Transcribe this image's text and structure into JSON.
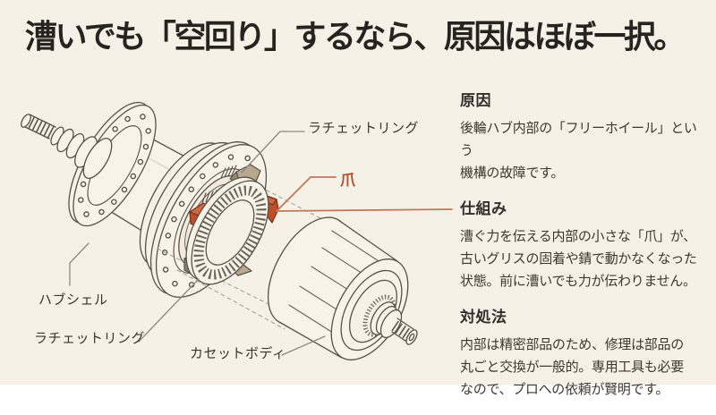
{
  "page": {
    "background_color": "#f5f1e6",
    "ink_color": "#272320",
    "accent_color": "#bf4f2b",
    "leader_line_color": "#8f897d",
    "accent_line_color": "#c3765a"
  },
  "title": "漕いでも「空回り」するなら、原因はほぼ一択。",
  "diagram": {
    "description": "後輪ハブの分解図（エクスプローデッドビュー）",
    "labels": {
      "ratchet_ring_top": "ラチェットリング",
      "pawl": "爪",
      "hub_shell": "ハブシェル",
      "ratchet_ring_bottom": "ラチェットリング",
      "cassette_body": "カセットボディ"
    }
  },
  "sections": [
    {
      "heading": "原因",
      "body": "後輪ハブ内部の「フリーホイール」という\n機構の故障です。"
    },
    {
      "heading": "仕組み",
      "body": "漕ぐ力を伝える内部の小さな「爪」が、\n古いグリスの固着や錆で動かなくなった\n状態。前に漕いでも力が伝わりません。"
    },
    {
      "heading": "対処法",
      "body": "内部は精密部品のため、修理は部品の\n丸ごと交換が一般的。専用工具も必要\nなので、プロへの依頼が賢明です。"
    }
  ]
}
